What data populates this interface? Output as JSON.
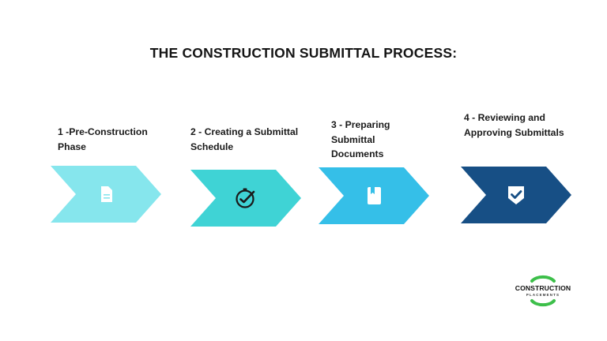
{
  "title": "THE CONSTRUCTION SUBMITTAL PROCESS:",
  "steps": [
    {
      "label": "1 -Pre-Construction Phase",
      "icon": "document-icon",
      "color": "#86E6ED"
    },
    {
      "label": "2 - Creating a Submittal Schedule",
      "icon": "clock-check-icon",
      "color": "#3FD3D5"
    },
    {
      "label": "3 - Preparing Submittal Documents",
      "icon": "book-icon",
      "color": "#35BFE8"
    },
    {
      "label": "4 - Reviewing and Approving Submittals",
      "icon": "shield-check-icon",
      "color": "#174F85"
    }
  ],
  "logo": {
    "name": "CONSTRUCTION",
    "subtitle": "PLACEMENTS",
    "accent": "#3DBF4A"
  }
}
